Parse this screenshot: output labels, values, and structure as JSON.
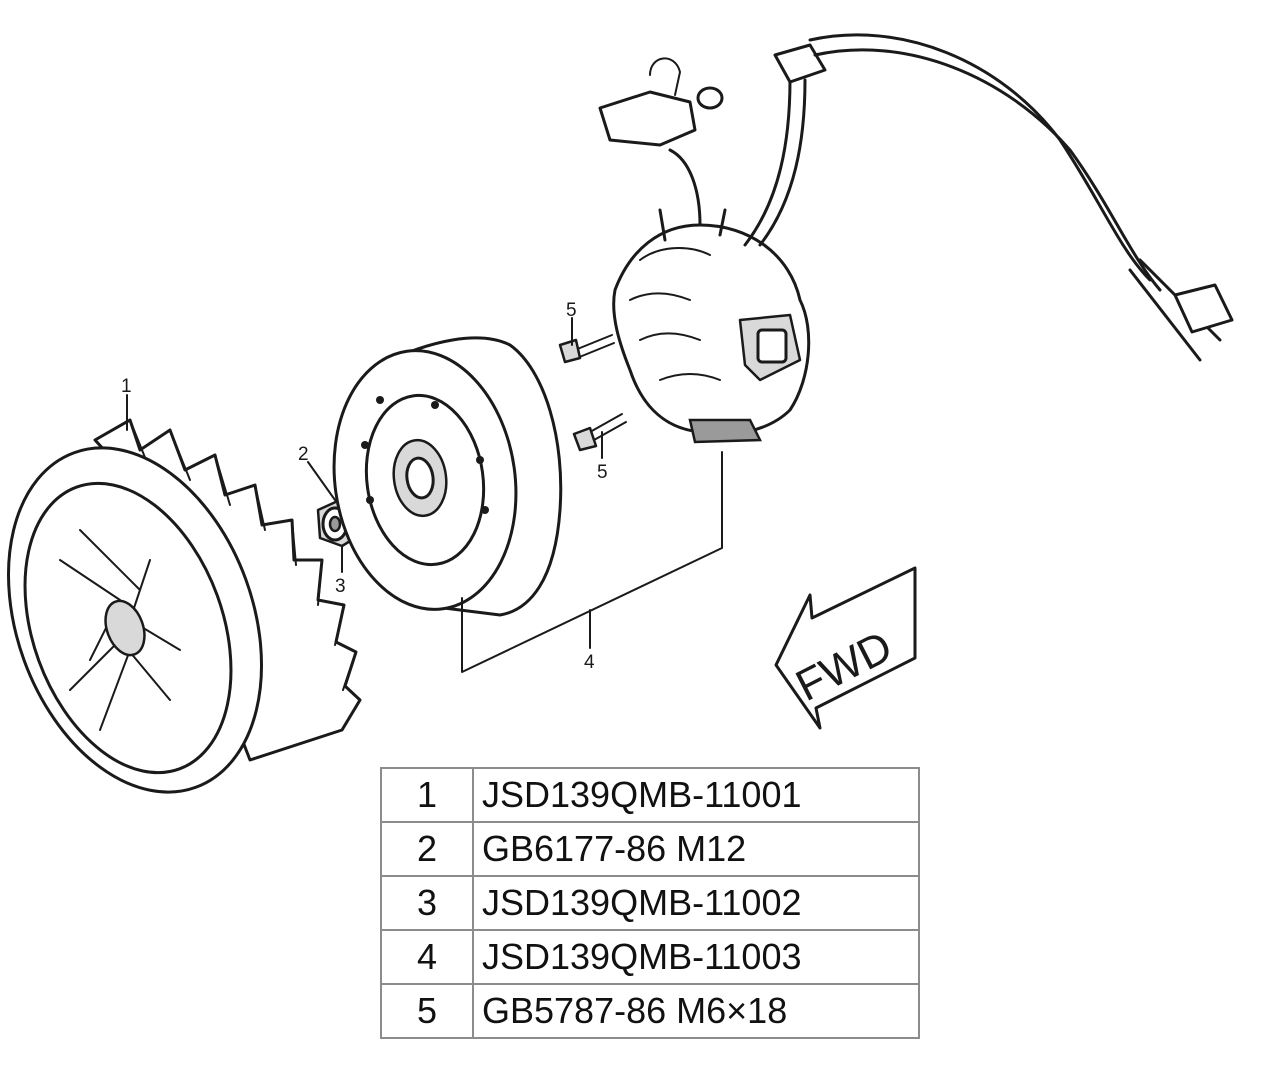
{
  "callouts": {
    "c1": "1",
    "c2": "2",
    "c3": "3",
    "c4": "4",
    "c5a": "5",
    "c5b": "5"
  },
  "direction_label": "FWD",
  "parts": [
    {
      "num": "1",
      "code": "JSD139QMB-11001"
    },
    {
      "num": "2",
      "code": "GB6177-86 M12"
    },
    {
      "num": "3",
      "code": "JSD139QMB-11002"
    },
    {
      "num": "4",
      "code": "JSD139QMB-11003"
    },
    {
      "num": "5",
      "code": "GB5787-86 M6×18"
    }
  ]
}
